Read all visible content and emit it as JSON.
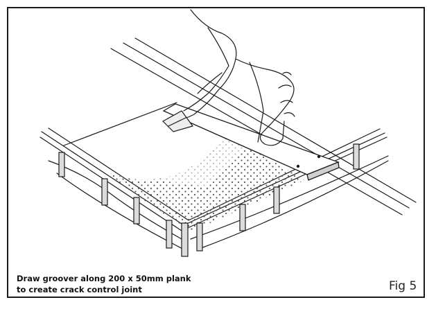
{
  "figure": {
    "caption_line1": "Draw groover along 200 x 50mm plank",
    "caption_line2": "to create crack control joint",
    "label": "Fig 5"
  },
  "colors": {
    "ink": "#1a1a1a",
    "post_fill": "#dcdcdc",
    "stipple": "#555555",
    "plank_end": "#d0d0d0"
  },
  "icons": [
    "hand-with-groover",
    "plank",
    "formwork-post"
  ]
}
